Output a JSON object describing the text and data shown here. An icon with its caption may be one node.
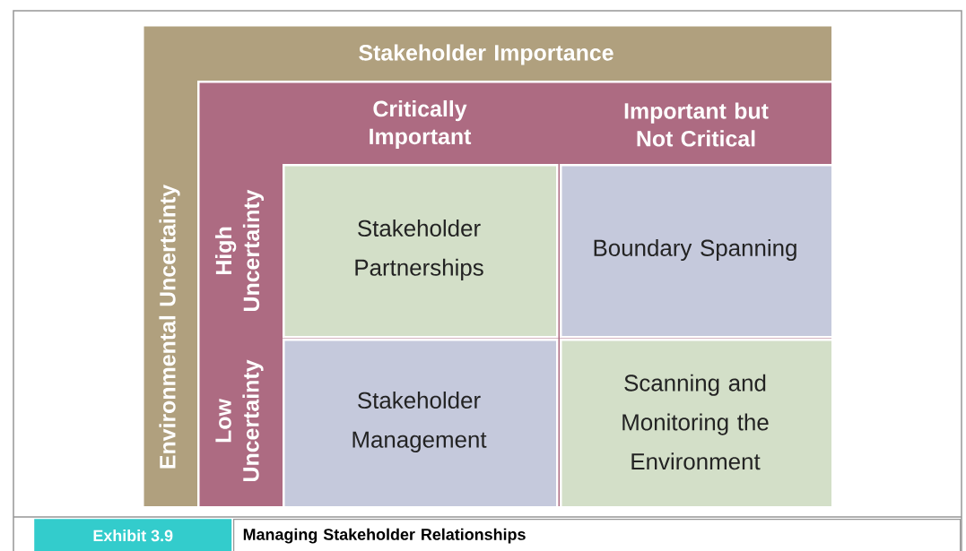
{
  "diagram": {
    "caption": "Managing Stakeholder Relationships",
    "nodes": [
      {
        "text": [
          "Stakeholder Importance",
          "Environmental Uncertainty"
        ]
      },
      {
        "text": [
          "Critically Important",
          "Important but Not Critical",
          "High Uncertainty",
          "Low Uncertainty"
        ],
        "in": 0
      },
      {
        "text": [
          "Stakeholder Partnerships"
        ],
        "in": 1
      },
      {
        "text": [
          "Boundary Spanning"
        ],
        "in": 1
      },
      {
        "text": [
          "Stakeholder Management"
        ],
        "in": 1
      },
      {
        "text": [
          "Scanning and Monitoring the Environment"
        ],
        "in": 1
      }
    ],
    "labels": [
      "Exhibit 3.9"
    ]
  }
}
